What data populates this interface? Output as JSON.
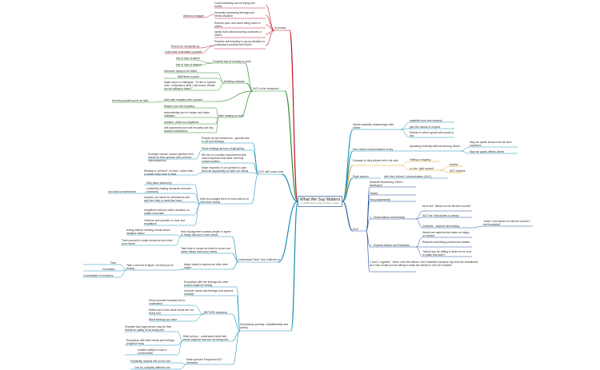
{
  "title": "What We Say Matters",
  "subtitle": "by Judith Hanson Lasater and Ike K. Lasater",
  "colors": {
    "red": "#c0192b",
    "green": "#2e8b2e",
    "teal": "#1a8fb8",
    "navy": "#1f4e9a",
    "orange": "#e3a21a",
    "root_border": "#6a8cc0"
  },
  "branches": {
    "summary": {
      "label": "Summary",
      "items": [
        "Communicating can be trying and hurtful",
        "Honestly expressing feelings and needs-situation",
        "Remain open and avoid being harm to others",
        "speak truth without hurting ourselves or others",
        "Practice self empathy in group situation to understand yourself and others"
      ],
      "subs": [
        "others to engage",
        "Even if do not speak up",
        "Learn and understand yourself"
      ]
    },
    "nvc_workplace": {
      "label": "NVC in the workplace",
      "powerful": "Powerful tips of honesty to work",
      "powerful_subs": [
        "risk of loss of status",
        "risk of loss of respect"
      ],
      "meeting": "Meeting example",
      "meeting_subs": [
        "everyone trying to be heard",
        "Wait times a point",
        "might say to a colleague: \"I'd like to explain how I understand what I just heard. Would you be willing to listen?\""
      ],
      "empathy": "Start with empathy with yourself",
      "empathy_sub": "Not tell yourself you're an idiot",
      "error": "After making an error",
      "error_subs": [
        "Regret your self-empathy",
        "acknowledge you're human and make mistakes",
        "practice, others to empathize",
        "self awareness and self empathy are key positive interactions"
      ]
    },
    "nvc_loved": {
      "label": "NVC with loved ones",
      "items": [
        "People we are closest too - special care to not hurt feelings",
        "Share feelings as form of gift-giving",
        "We live in a society encumbered with misconceptions that deter honestly communication",
        "Make requests of our partners to give them an opportunity to meet our needs"
      ],
      "left_items": [
        "Example woman should sacrifice their needs for their spouse (still common misconception)"
      ],
      "relation": "Relation a \"present\" on them, rather than a burden they have to bear",
      "kids": "Kids encourages them to work with us to meet their needs",
      "kids_subs": [
        "Stay place autonomy",
        "constantly making demands removes autonomy",
        "express our needs for cleanliness and ask their help to meet that need",
        "empathize with the child's situation no matter what task",
        "Observe and question to hear and empathize"
      ],
      "kids_left": "can lead to resentment"
    },
    "fear": {
      "label": "Understand \"fear\" how it affects us",
      "items": [
        "fear of judgement causes people to agree to things that don't meet needs",
        "Take time to create an index to avow how wants things meet your needs",
        "Anger leads to actions we often later regret"
      ],
      "left_items": [
        "Acting without meeting needs raised negative status",
        "Train yourself to make decisions that meet your needs"
      ],
      "pause": "Take a second to figure out what you're feeling",
      "pause_subs": [
        "Fear",
        "Frustration",
        "Combination of emotions"
      ]
    },
    "expressing": {
      "label": "Expressing honestly, empathetically and openly",
      "items": [
        "Empathize with the feelings the other person might be feeling",
        "Uncover needs and feelings and express honestly"
      ],
      "before": "BEFORE speaking",
      "before_subs": [
        "Show yourself empathy first to understand",
        "Reflect and know what needs are not being met",
        "What feelings you have"
      ],
      "other": "Other person - understand what their needs might be that are not being met",
      "other_subs": [
        "Example bad rage person may be their needs for safety is not being met",
        "Empathize with their needs and feelings (might be fear)",
        "enables ability to have a conversation"
      ],
      "make": "Make genuine Requests NOT demands",
      "make_subs": [
        "Possibility request will not be met",
        "Can try a slightly different one"
      ]
    },
    "establish": {
      "label": "Words establish relationships with others",
      "items": [
        "establish trust and sincerity",
        "give the weeks of respect",
        "Manner in which speak with words is key"
      ]
    },
    "nonviolent": {
      "label": "Non violent communication is key",
      "item": "Speaking truthfully without harming others",
      "subs": [
        "Way we speak shows how we view ourselves",
        "Way we speak affects others"
      ]
    },
    "dirty": {
      "label": "Example of dirty dishes left in the sink",
      "items": [
        "Yelling or arguing",
        "or Use 'right speech'"
      ],
      "subs": [
        "truthful",
        "NOT harmful"
      ]
    },
    "right": {
      "label": "Right speech",
      "item": "with Non-Violent Communication (NVC)"
    },
    "nvc": {
      "label": "NVC",
      "items": [
        "Marshall Rosenberg 1960's developed",
        "Valued",
        "Non-judgemental"
      ],
      "observations": "1 - Observations and feelings",
      "obs_subs": [
        "there are \"dishes on the kitchen counter\"",
        "NOT the \"the kitchen is messy\"",
        "Combine - observe and feeling"
      ],
      "obs_sub_sub": "\"when I see dishes on kitchen counter I feel frustrated\"",
      "express": "2 - Express Needs and Requests",
      "express_subs": [
        "Needs are aspects that make us happy or content",
        "Request something present and doable",
        "\"Would you be willing to listen to me and to make this work?\""
      ],
      "together": "1 and 2, together: \"when I see the dishes I feel frustrated because my need for cleanliness isn't met; would you be willing to wash the dishes in next 30 minutes\""
    }
  }
}
